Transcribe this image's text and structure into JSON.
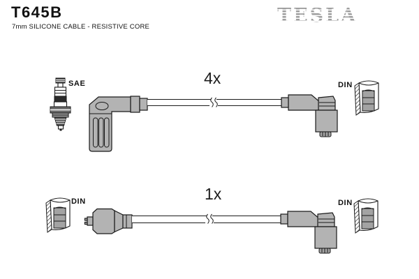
{
  "header": {
    "part_number": "T645B",
    "description": "7mm SILICONE CABLE - RESISTIVE CORE",
    "brand_logo": "TESLA"
  },
  "kit": {
    "rows": [
      {
        "quantity": "4x",
        "left_label": "SAE",
        "right_label": "DIN",
        "left_icon": "spark-plug",
        "left_connector": "angled-boot",
        "right_connector": "angled-boot",
        "right_icon": "din-terminal-cutaway"
      },
      {
        "quantity": "1x",
        "left_label": "DIN",
        "right_label": "DIN",
        "left_icon": "din-terminal-cutaway",
        "left_connector": "straight-boot",
        "right_connector": "angled-boot",
        "right_icon": "din-terminal-cutaway"
      }
    ]
  },
  "colors": {
    "connector_gray": "#b3b3b3",
    "insert_gray": "#a3a3a3",
    "outline": "#1a1a1a",
    "brand_gray": "#9e9e9e",
    "text": "#111111"
  }
}
